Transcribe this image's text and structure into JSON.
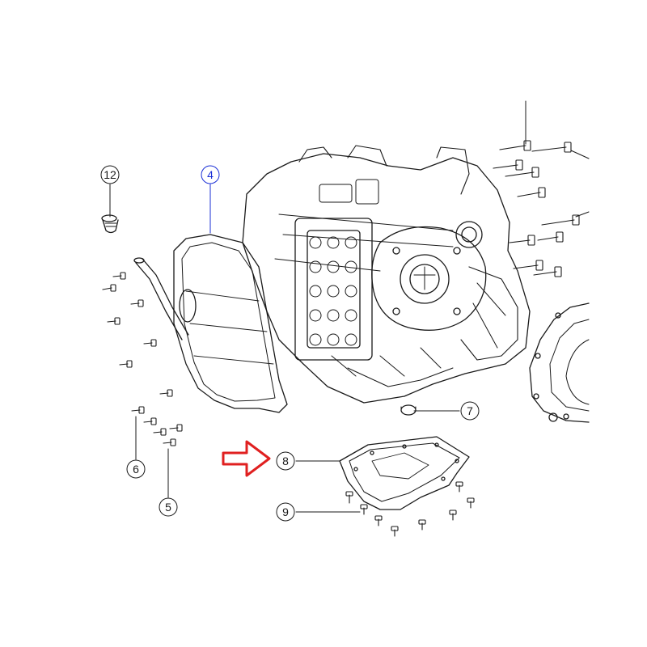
{
  "callouts": [
    {
      "id": "12",
      "label": "12",
      "color": "#000000"
    },
    {
      "id": "4",
      "label": "4",
      "color": "#1a2fd6"
    },
    {
      "id": "7",
      "label": "7",
      "color": "#000000"
    },
    {
      "id": "8",
      "label": "8",
      "color": "#000000"
    },
    {
      "id": "9",
      "label": "9",
      "color": "#000000"
    },
    {
      "id": "6",
      "label": "6",
      "color": "#000000"
    },
    {
      "id": "5",
      "label": "5",
      "color": "#000000"
    }
  ],
  "colors": {
    "line": "#1a1a1a",
    "highlight_arrow": "#e02020",
    "callout_blue": "#1a2fd6"
  }
}
